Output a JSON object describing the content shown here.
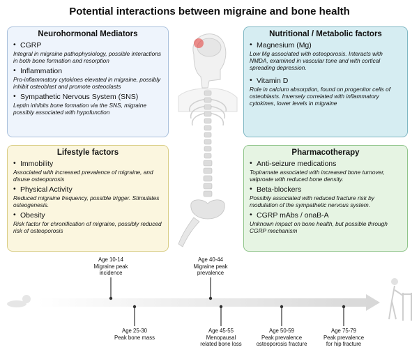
{
  "title": "Potential interactions between migraine and bone health",
  "panels": {
    "neuro": {
      "title": "Neurohormonal Mediators",
      "items": [
        {
          "head": "CGRP",
          "desc": "Integral in migraine pathophysiology, possible interactions in both bone formation and resorption"
        },
        {
          "head": "Inflammation",
          "desc": "Pro-inflammatory cytokines elevated in migraine, possibly inhibit osteoblast and promote osteoclasts"
        },
        {
          "head": "Sympathetic Nervous System (SNS)",
          "desc": "Leptin inhibits bone formation via the SNS, migraine possibly associated with hypofunction"
        }
      ]
    },
    "nutri": {
      "title": "Nutritional / Metabolic factors",
      "items": [
        {
          "head": "Magnesium (Mg)",
          "desc": "Low Mg associated with osteoporosis. Interacts with NMDA, examined in vascular tone and  with cortical spreading depression."
        },
        {
          "head": "Vitamin D",
          "desc": "Role in calcium absorption, found on progenitor cells of osteoblasts. Inversely correlated with inflammatory cytokines, lower levels in migraine"
        }
      ]
    },
    "lifestyle": {
      "title": "Lifestyle factors",
      "items": [
        {
          "head": "Immobility",
          "desc": "Associated with increased prevalence of migraine, and disuse osteoporosis"
        },
        {
          "head": "Physical Activity",
          "desc": "Reduced migraine frequency, possible trigger. Stimulates osteogenesis."
        },
        {
          "head": "Obesity",
          "desc": "Risk factor for chronification of migraine, possibly reduced risk of osteoporosis"
        }
      ]
    },
    "pharma": {
      "title": "Pharmacotherapy",
      "items": [
        {
          "head": "Anti-seizure medications",
          "desc": "Topiramate associated with increased bone turnover, valproate with reduced bone density."
        },
        {
          "head": "Beta-blockers",
          "desc": "Possibly associated with reduced fracture risk by modulation of the sympathetic nervous system."
        },
        {
          "head": "CGRP mAbs / onaB-A",
          "desc": "Unknown impact on bone health, but possible through CGRP mechanism"
        }
      ]
    }
  },
  "timeline": {
    "above": [
      {
        "line1": "Age 10-14",
        "line2": "Migraine peak",
        "line3": "incidence"
      },
      {
        "line1": "Age 40-44",
        "line2": "Migraine peak",
        "line3": "prevalence"
      }
    ],
    "below": [
      {
        "line1": "Age 25-30",
        "line2": "Peak bone mass",
        "line3": ""
      },
      {
        "line1": "Age 45-55",
        "line2": "Menopausal",
        "line3": "related bone loss"
      },
      {
        "line1": "Age 50-59",
        "line2": "Peak prevalence",
        "line3": "osteoporosis fracture"
      },
      {
        "line1": "Age 75-79",
        "line2": "Peak prevalence",
        "line3": "for hip fracture"
      }
    ]
  },
  "colors": {
    "neuro_bg": "#eef4fc",
    "nutri_bg": "#d6edf2",
    "lifestyle_bg": "#fbf6df",
    "pharma_bg": "#e6f4e3",
    "migraine_highlight": "#e53935"
  }
}
